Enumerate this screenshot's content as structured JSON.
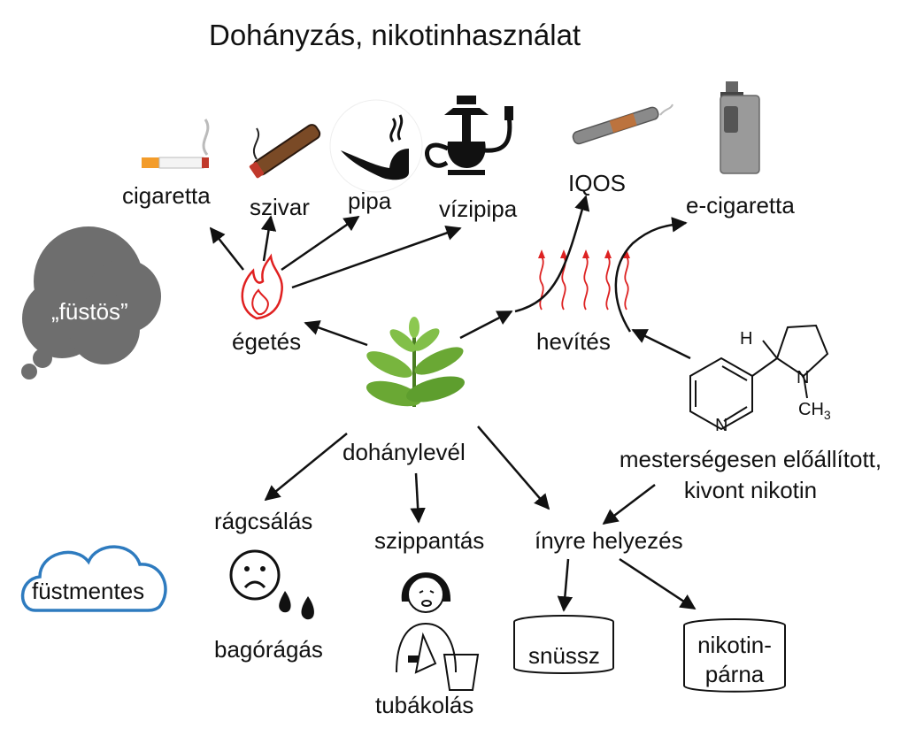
{
  "title": "Dohányzás, nikotinhasználat",
  "categories": {
    "smoky": "„füstös”",
    "smokeless": "füstmentes"
  },
  "nodes": {
    "tobacco_leaf": "dohánylevél",
    "burning": "égetés",
    "heating": "hevítés",
    "synthetic_nicotine_line1": "mesterségesen előállított,",
    "synthetic_nicotine_line2": "kivont nikotin",
    "nicotine_chemical": {
      "h": "H",
      "n_ring": "N",
      "n_methyl": "N",
      "methyl": "CH",
      "methyl_sub": "3"
    }
  },
  "products": {
    "cigarette": "cigaretta",
    "cigar": "szivar",
    "pipe": "pipa",
    "waterpipe": "vízipipa",
    "iqos": "IQOS",
    "ecigarette": "e-cigaretta",
    "chewing": "rágcsálás",
    "snuffing": "szippantás",
    "gum_placement": "ínyre helyezés",
    "chewing_tobacco": "bagórágás",
    "snuff": "tubákolás",
    "snus": "snüssz",
    "nicotine_pouch_line1": "nikotin-",
    "nicotine_pouch_line2": "párna"
  },
  "icons": [
    "cigarette-icon",
    "cigar-icon",
    "pipe-icon",
    "hookah-icon",
    "iqos-device-icon",
    "ecigarette-device-icon",
    "flame-icon",
    "heat-waves-icon",
    "tobacco-plant-icon",
    "nicotine-molecule-icon",
    "sad-face-icon",
    "sneezing-person-icon",
    "snus-can-icon",
    "nicotine-pouch-can-icon",
    "smoke-cloud-icon",
    "clean-cloud-icon"
  ],
  "colors": {
    "smoke": "#6e6e6e",
    "clean_cloud": "#2e7bbf",
    "flame": "#e02020",
    "heat": "#d22",
    "leaf": "#5e9e2e"
  }
}
